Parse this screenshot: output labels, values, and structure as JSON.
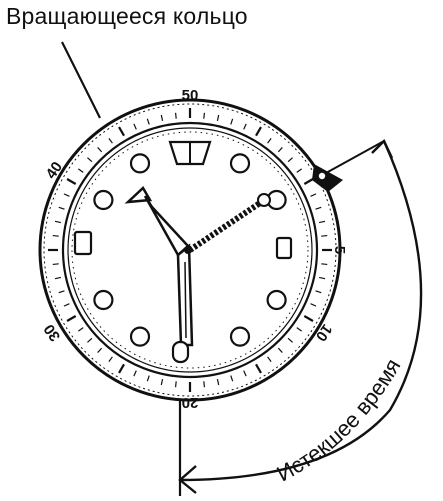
{
  "labels": {
    "rotating_ring": "Вращающееся кольцо",
    "elapsed_time": "Истекшее время"
  },
  "bezel": {
    "numbers": [
      "50",
      "40",
      "30",
      "20",
      "10",
      "5"
    ]
  },
  "icons": {
    "watch": "dive-watch-icon",
    "bezel_marker": "triangle-marker-icon"
  }
}
